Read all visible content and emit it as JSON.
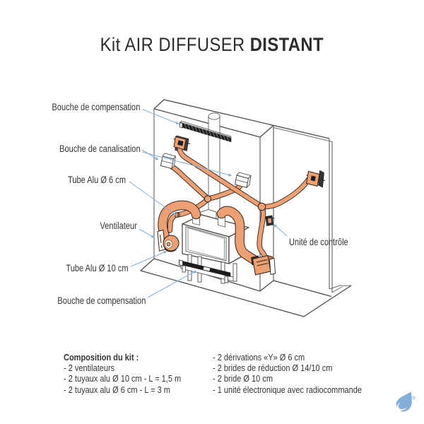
{
  "title": {
    "regular": "Kit AIR DIFFUSER",
    "bold": "DISTANT"
  },
  "labels": {
    "bouche_compensation_top": "Bouche de compensation",
    "bouche_canalisation": "Bouche de canalisation",
    "tube_alu_6": "Tube Alu Ø 6 cm",
    "ventilateur": "Ventilateur",
    "tube_alu_10": "Tube Alu Ø 10 cm",
    "bouche_compensation_bottom": "Bouche de compensation",
    "unite_controle": "Unité de contrôle"
  },
  "composition": {
    "heading": "Composition du kit :",
    "column1": [
      "- 2 ventilateurs",
      "- 2 tuyaux alu Ø 10 cm - L = 1,5 m",
      "- 2 tuyaux alu Ø 6 cm - L = 3 m"
    ],
    "column2": [
      "- 2 dérivations «Y» Ø 6 cm",
      "- 2 brides de réduction Ø 14/10 cm",
      "- 2 bride Ø 10 cm",
      "- 1 unité électronique avec radiocommande"
    ]
  },
  "logo": {
    "name": "water-drop brand logo",
    "registered_mark": "®"
  },
  "colors": {
    "tube_orange": "#EC9F70",
    "tube_outline": "#33241b",
    "arrow_blue": "#86b1d8",
    "line_gray": "#4a4a4a",
    "text_dark": "#353535",
    "logo_blue": "#82aed9"
  }
}
